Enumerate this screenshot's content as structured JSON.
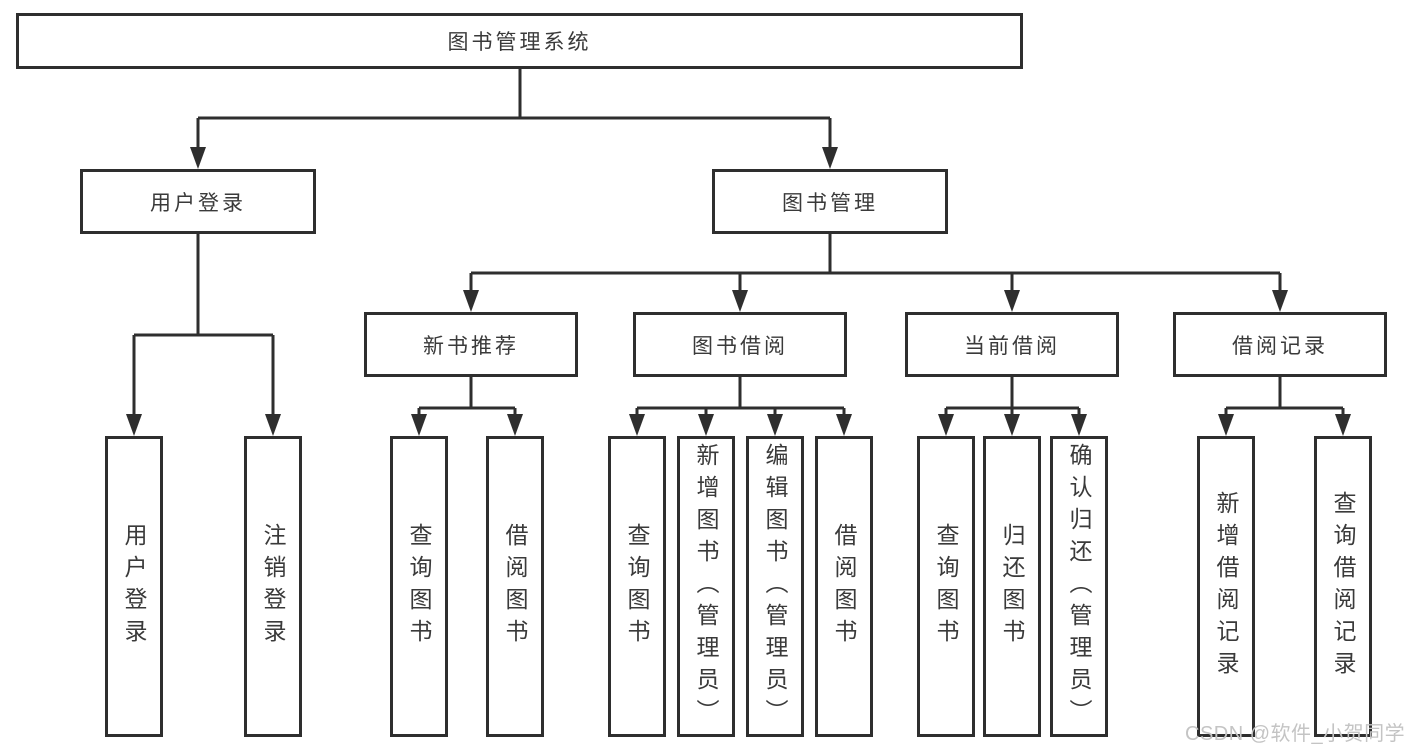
{
  "diagram": {
    "type": "hierarchy-tree",
    "root": "图书管理系统",
    "children": [
      {
        "label": "用户登录",
        "children": [
          "用户登录",
          "注销登录"
        ]
      },
      {
        "label": "图书管理",
        "children": [
          {
            "label": "新书推荐",
            "children": [
              "查询图书",
              "借阅图书"
            ]
          },
          {
            "label": "图书借阅",
            "children": [
              "查询图书",
              "新增图书（管理员）",
              "编辑图书（管理员）",
              "借阅图书"
            ]
          },
          {
            "label": "当前借阅",
            "children": [
              "查询图书",
              "归还图书",
              "确认归还（管理员）"
            ]
          },
          {
            "label": "借阅记录",
            "children": [
              "新增借阅记录",
              "查询借阅记录"
            ]
          }
        ]
      }
    ]
  },
  "watermark": "CSDN @软件_小贺同学",
  "colors": {
    "line": "#2e2e2e",
    "text": "#3a3a3a",
    "watermark": "#c4c4c4",
    "background": "#ffffff"
  }
}
